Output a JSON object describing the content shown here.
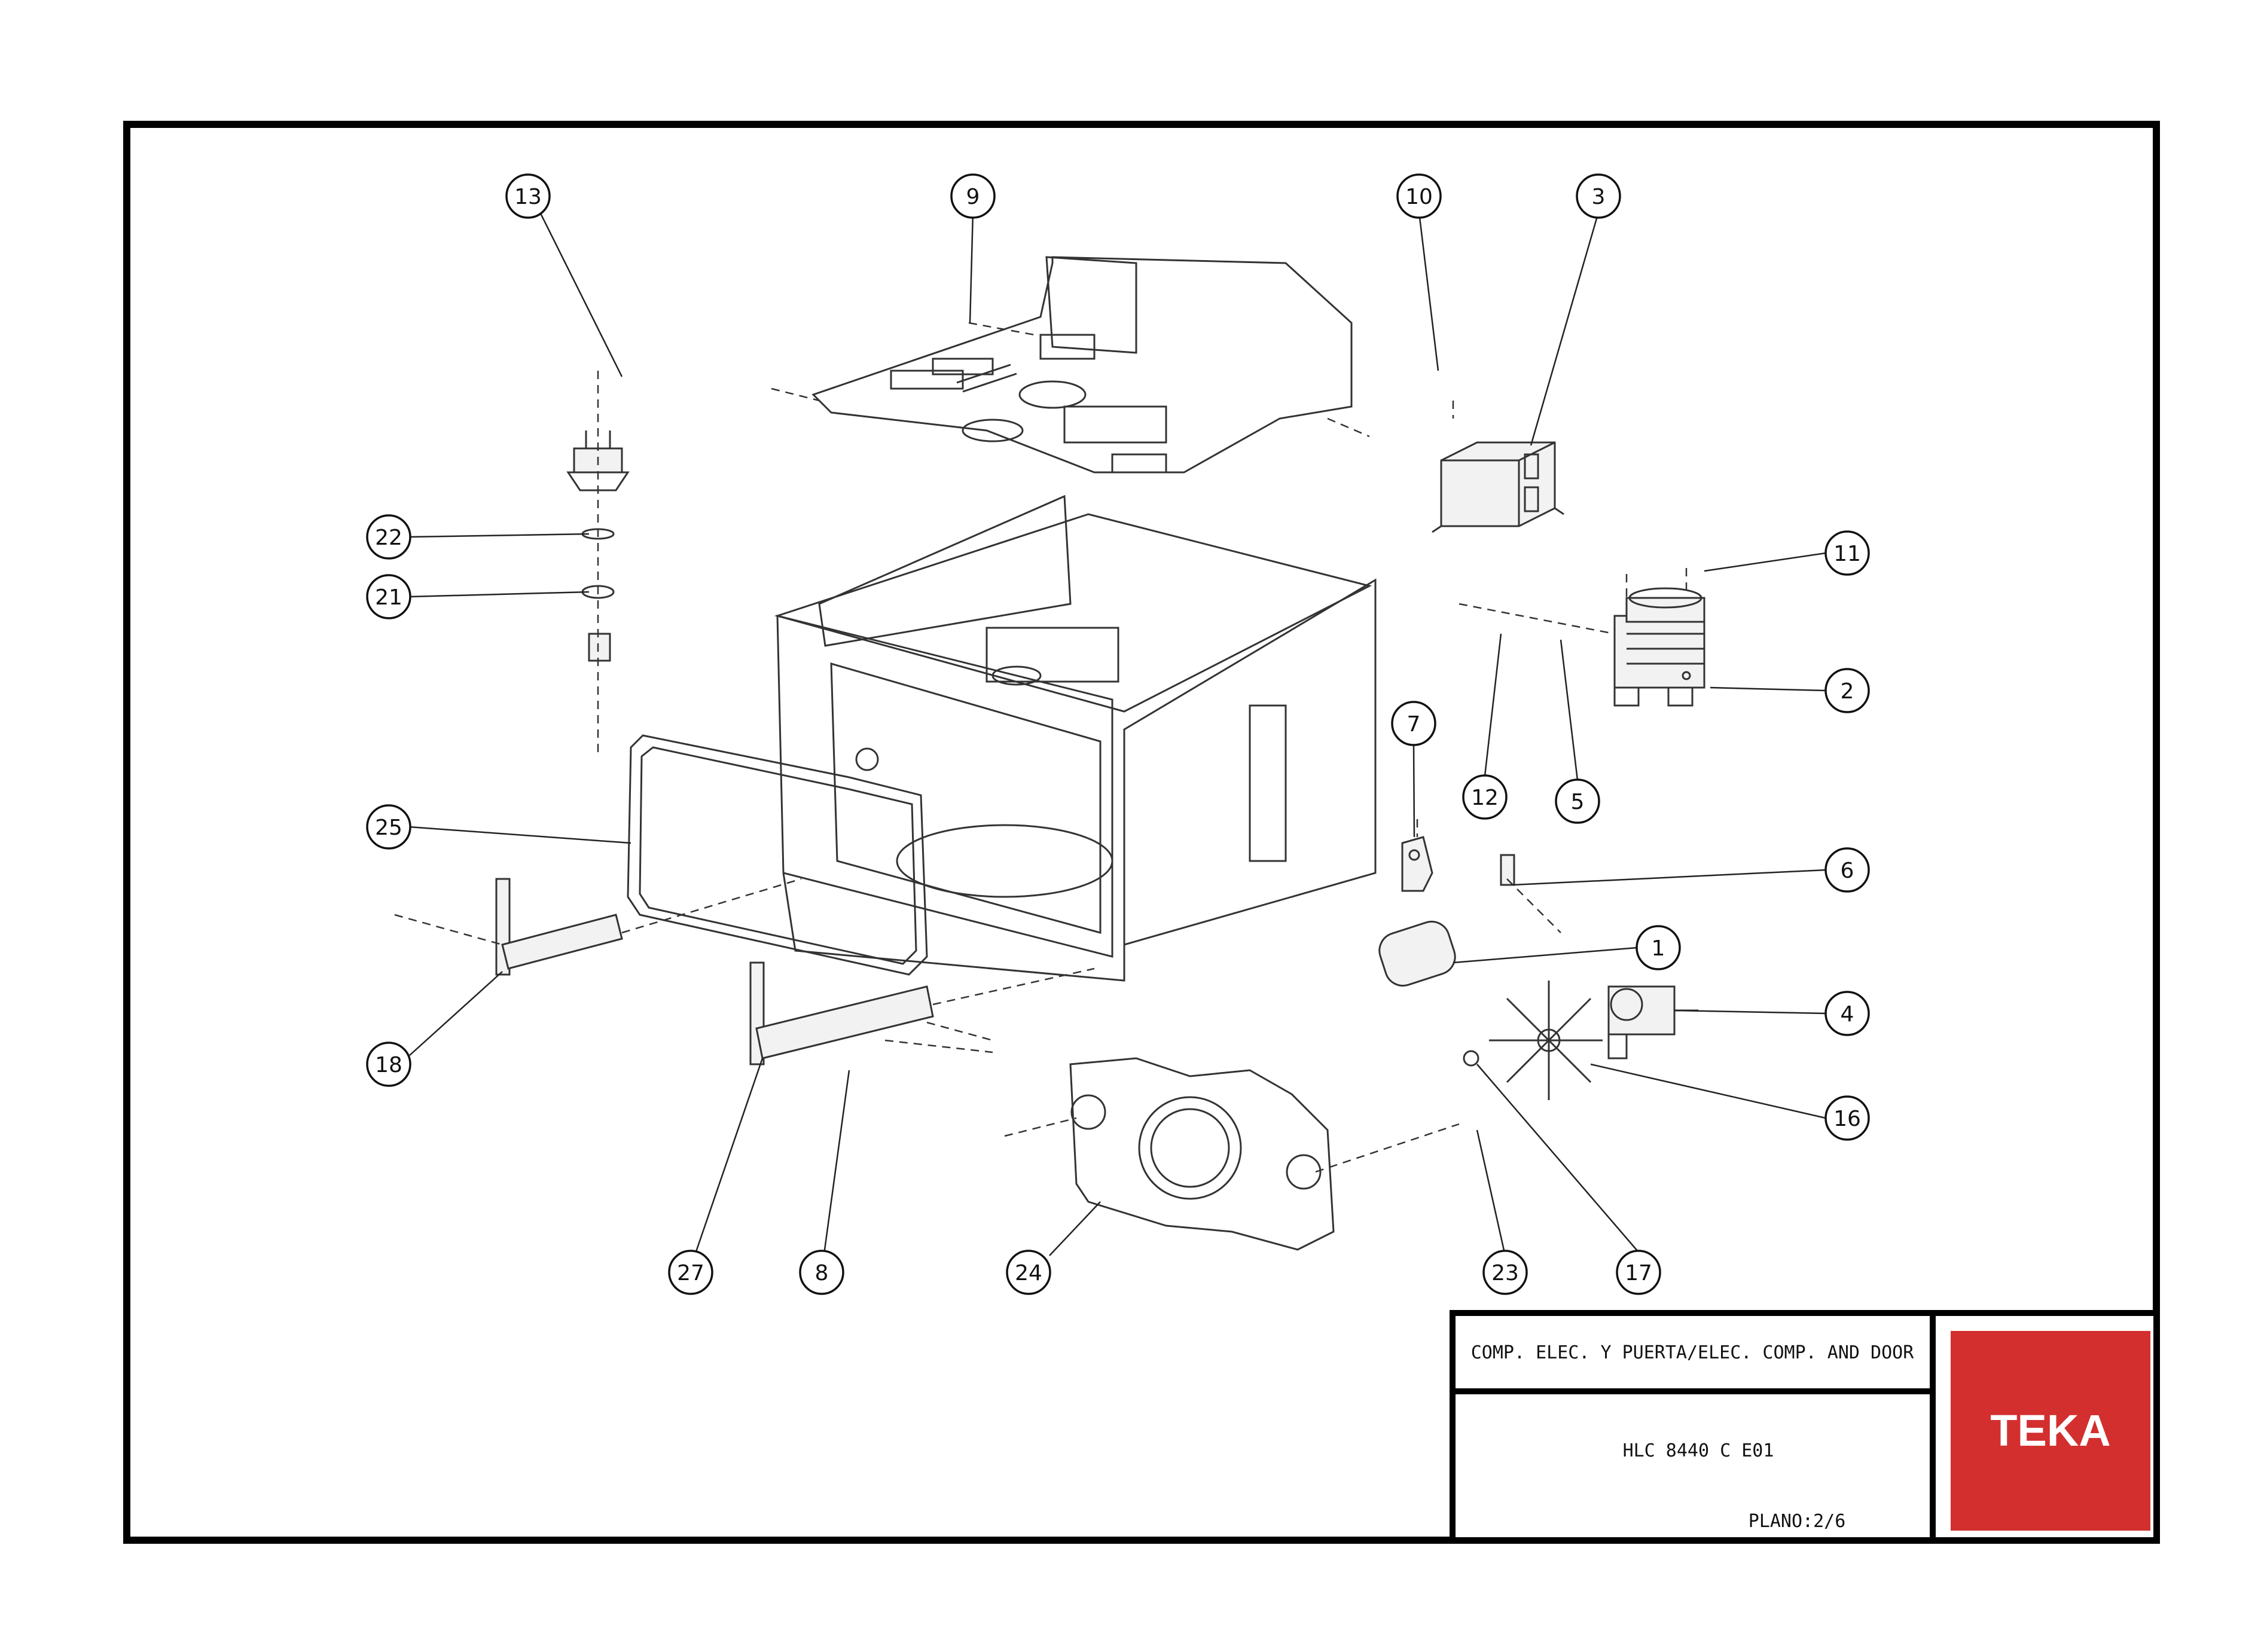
{
  "title_block": {
    "description": "COMP. ELEC. Y PUERTA/ELEC. COMP. AND DOOR",
    "model": "HLC 8440 C E01",
    "sheet": "PLANO:2/6"
  },
  "brand": {
    "logo_text": "TEKA",
    "logo_color": "#d32f2f"
  },
  "callouts": [
    {
      "label": "13"
    },
    {
      "label": "9"
    },
    {
      "label": "10"
    },
    {
      "label": "3"
    },
    {
      "label": "22"
    },
    {
      "label": "21"
    },
    {
      "label": "11"
    },
    {
      "label": "2"
    },
    {
      "label": "7"
    },
    {
      "label": "12"
    },
    {
      "label": "5"
    },
    {
      "label": "25"
    },
    {
      "label": "6"
    },
    {
      "label": "1"
    },
    {
      "label": "4"
    },
    {
      "label": "18"
    },
    {
      "label": "16"
    },
    {
      "label": "27"
    },
    {
      "label": "8"
    },
    {
      "label": "24"
    },
    {
      "label": "23"
    },
    {
      "label": "17"
    }
  ]
}
